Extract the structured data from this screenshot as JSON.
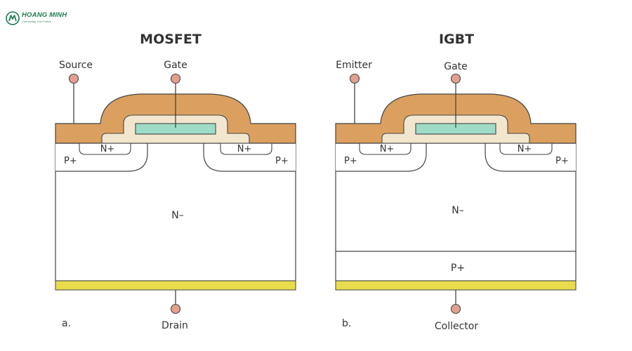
{
  "logo": {
    "brand": "HOANG MINH",
    "tagline": "Connecting Your Future"
  },
  "mosfet": {
    "title": "MOSFET",
    "source_label": "Source",
    "gate_label": "Gate",
    "drain_label": "Drain",
    "left_p": "P+",
    "right_p": "P+",
    "left_n": "N+",
    "right_n": "N+",
    "drift": "N–",
    "caption": "a."
  },
  "igbt": {
    "title": "IGBT",
    "emitter_label": "Emitter",
    "gate_label": "Gate",
    "collector_label": "Collector",
    "left_p": "P+",
    "right_p": "P+",
    "left_n": "N+",
    "right_n": "N+",
    "drift": "N–",
    "bottom_p": "P+",
    "caption": "b."
  },
  "colors": {
    "metal": "#dba05f",
    "oxide": "#f2e6cf",
    "gate_poly": "#9fdcc8",
    "backside_contact": "#e8dc4c",
    "terminal": "#e3a08f",
    "outline": "#444444"
  }
}
